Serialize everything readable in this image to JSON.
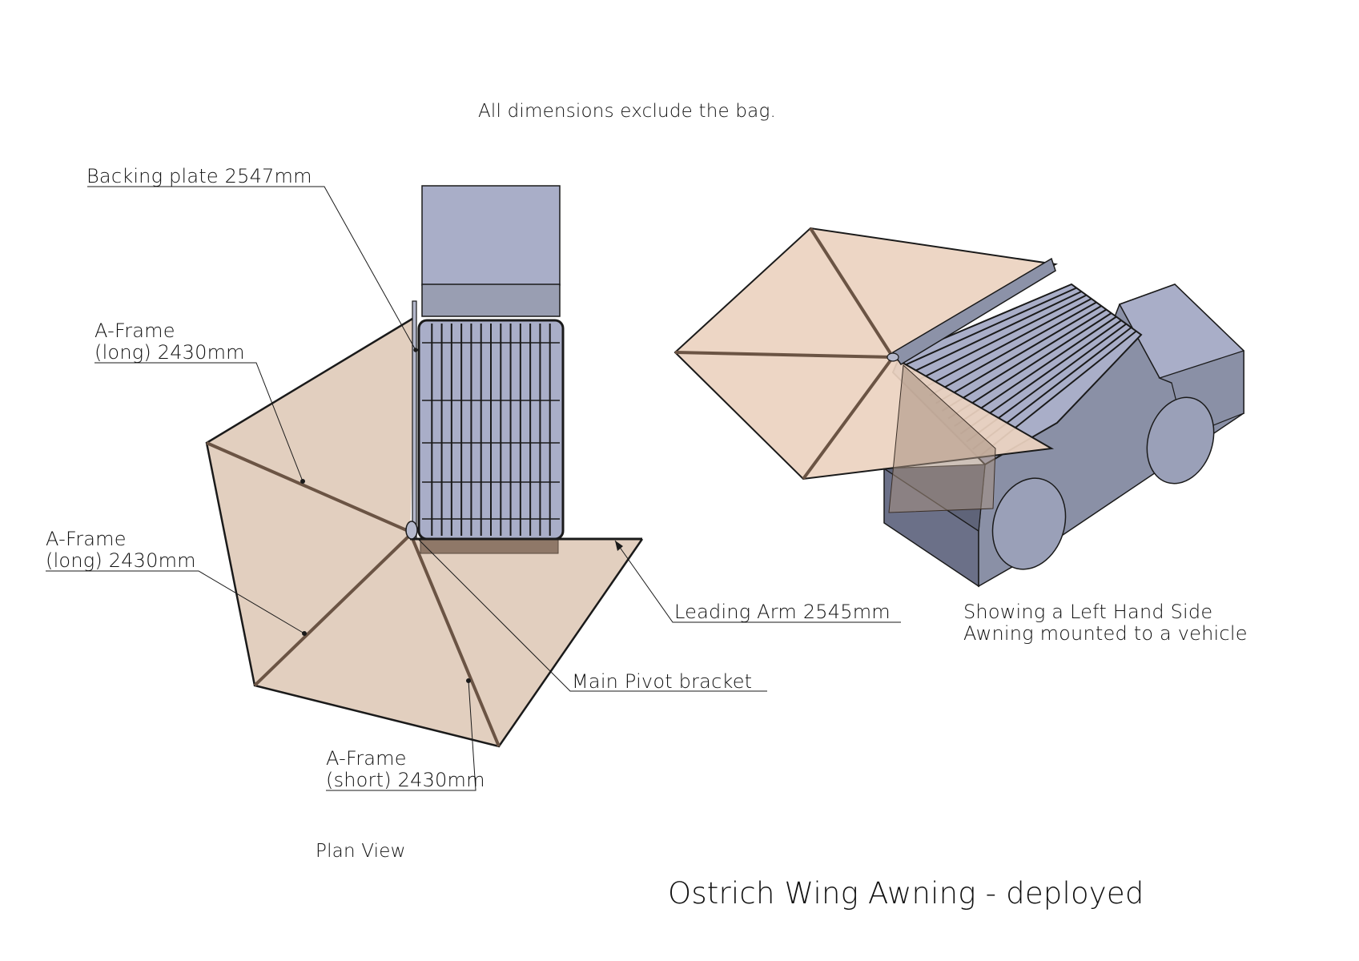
{
  "header": {
    "note": "All dimensions exclude the bag."
  },
  "plan_view": {
    "caption": "Plan View",
    "callouts": [
      {
        "id": "backing-plate",
        "lines": [
          "Backing plate 2547mm"
        ]
      },
      {
        "id": "a-frame-long-1",
        "lines": [
          "A-Frame",
          "(long) 2430mm"
        ]
      },
      {
        "id": "a-frame-long-2",
        "lines": [
          "A-Frame",
          "(long) 2430mm"
        ]
      },
      {
        "id": "leading-arm",
        "lines": [
          "Leading Arm 2545mm"
        ]
      },
      {
        "id": "main-pivot",
        "lines": [
          "Main Pivot bracket"
        ]
      },
      {
        "id": "a-frame-short",
        "lines": [
          "A-Frame",
          "(short) 2430mm"
        ]
      }
    ]
  },
  "iso_view": {
    "caption_lines": [
      "Showing a Left Hand Side",
      "Awning mounted to a vehicle"
    ]
  },
  "footer": {
    "title": "Ostrich Wing Awning - deployed"
  },
  "colors": {
    "awning": "#e2cfbf",
    "awning_iso": "#ecd3c0",
    "rib": "#6b5444",
    "vehicle_light": "#a9aec8",
    "vehicle_mid": "#9aa0b4",
    "vehicle_side": "#8a90a6",
    "vehicle_dark": "#6b7088",
    "outline": "#1a1a1a"
  }
}
